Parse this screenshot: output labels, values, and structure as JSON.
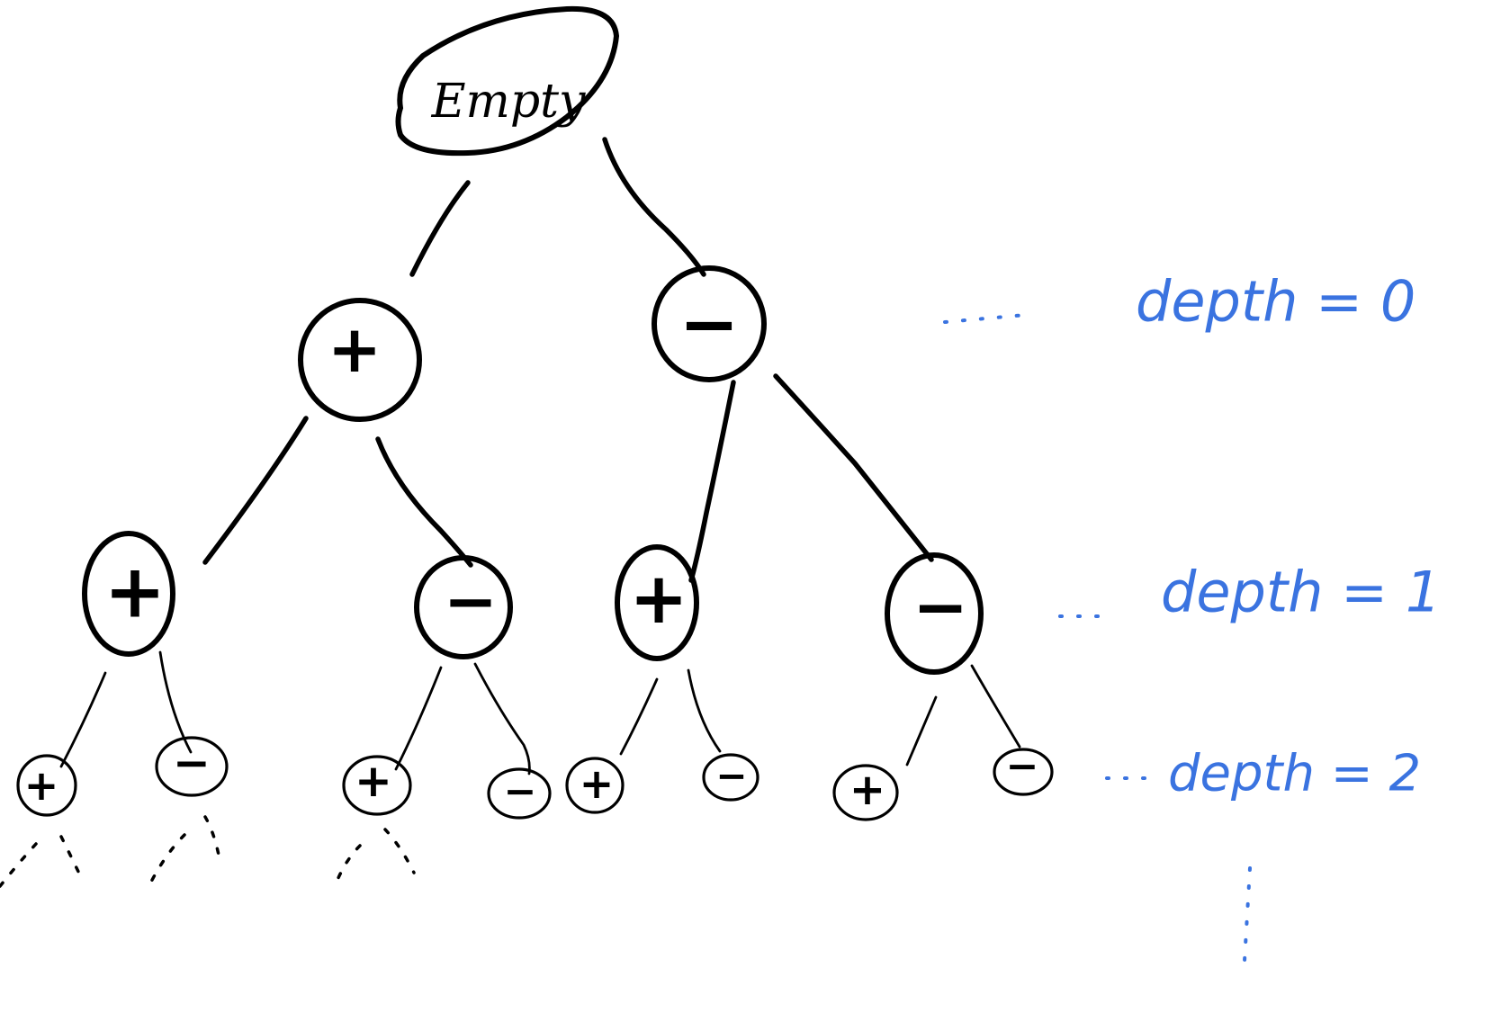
{
  "tree": {
    "root_label": "Empty",
    "plus_sign": "+",
    "minus_sign": "−"
  },
  "depth_labels": [
    "depth = 0",
    "depth = 1",
    "depth = 2"
  ],
  "colors": {
    "ink": "#000000",
    "depth_annotation": "#3a73e0",
    "background": "#ffffff"
  }
}
